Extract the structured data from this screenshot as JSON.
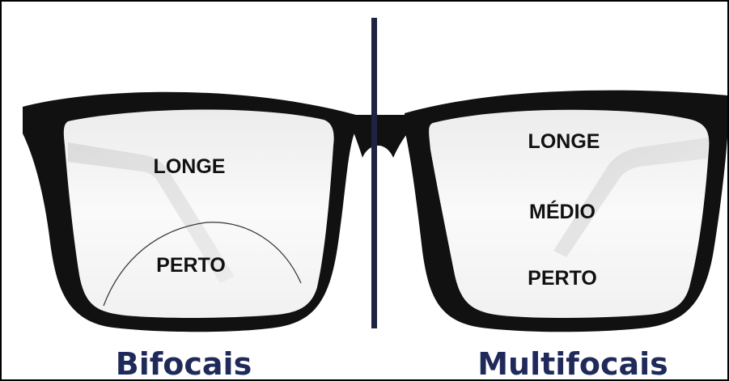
{
  "colors": {
    "frame": "#111111",
    "divider": "#1f2342",
    "caption": "#1f2a5a",
    "lens_text": "#111111"
  },
  "bifocal": {
    "caption": "Bifocais",
    "zones": {
      "far": "LONGE",
      "near": "PERTO"
    }
  },
  "multifocal": {
    "caption": "Multifocais",
    "zones": {
      "far": "LONGE",
      "intermediate": "MÉDIO",
      "near": "PERTO"
    }
  }
}
